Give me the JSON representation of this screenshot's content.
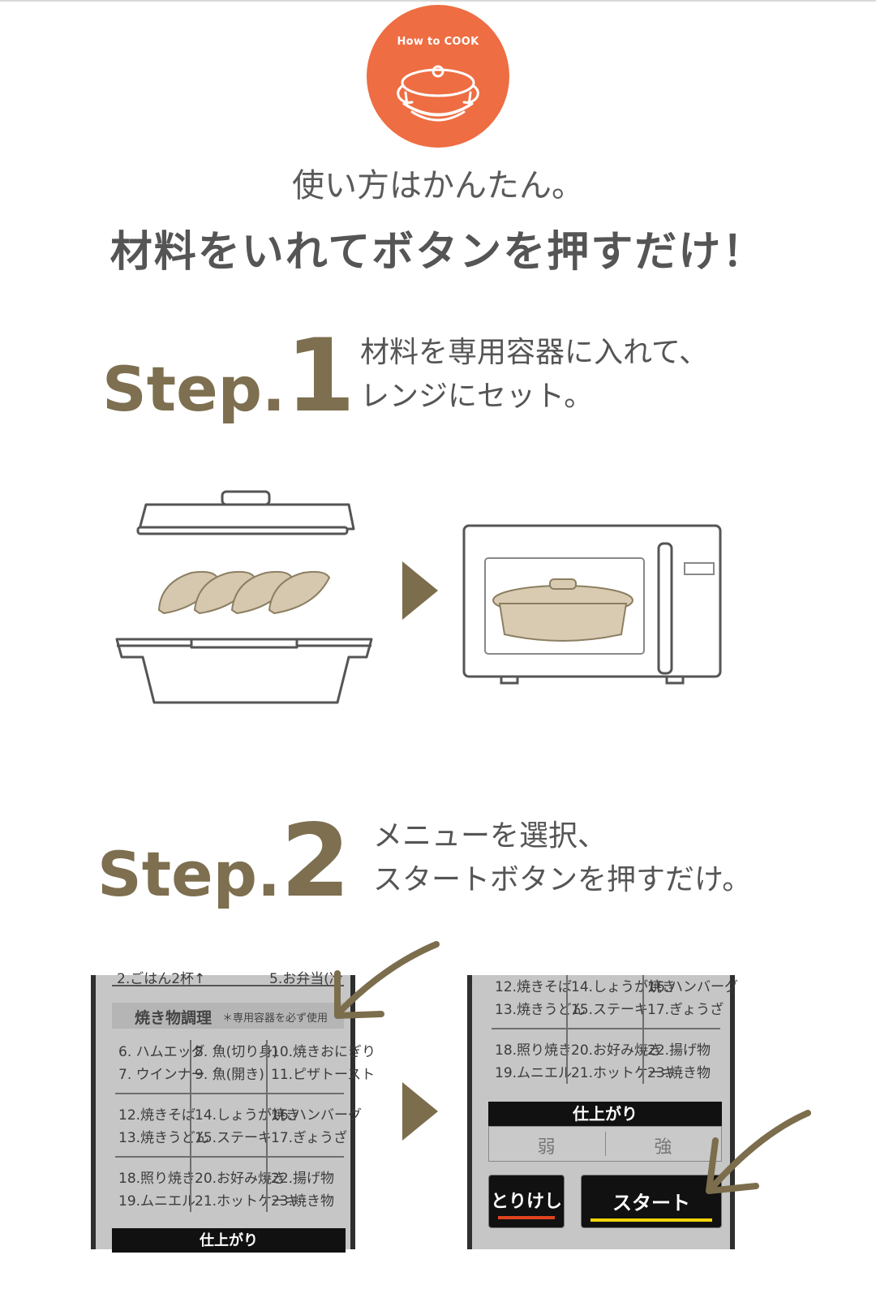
{
  "badge": {
    "text": "How to COOK",
    "icon": "pot-icon",
    "color": "#ee6d43"
  },
  "headline": {
    "line1": "使い方はかんたん。",
    "line2": "材料をいれてボタンを押すだけ！"
  },
  "steps": [
    {
      "word": "Step.",
      "number": "1",
      "desc_line1": "材料を専用容器に入れて、",
      "desc_line2": "レンジにセット。"
    },
    {
      "word": "Step.",
      "number": "2",
      "desc_line1": "メニューを選択、",
      "desc_line2": "スタートボタンを押すだけ。"
    }
  ],
  "accent_color": "#7d6f4f",
  "panel_left": {
    "partial_top_left": "2.ごはん2杯↑",
    "partial_top_right": "5.お弁当(冷",
    "section_title": "焼き物調理",
    "section_note": "＊専用容器を必ず使用",
    "grid": [
      [
        "6. ハムエッグ",
        "8. 魚(切り身)",
        "10.焼きおにぎり"
      ],
      [
        "7. ウインナー",
        "9. 魚(開き)",
        "11.ピザトースト"
      ],
      [
        "12.焼きそば",
        "14.しょうが焼き",
        "16.ハンバーグ"
      ],
      [
        "13.焼きうどん",
        "15.ステーキ",
        "17.ぎょうざ"
      ],
      [
        "18.照り焼き",
        "20.お好み焼き",
        "22.揚げ物"
      ],
      [
        "19.ムニエル",
        "21.ホットケーキ",
        "23.焼き物"
      ]
    ],
    "bottom_bar": "仕上がり"
  },
  "panel_right": {
    "grid": [
      [
        "12.焼きそば",
        "14.しょうが焼き",
        "16.ハンバーグ"
      ],
      [
        "13.焼きうどん",
        "15.ステーキ",
        "17.ぎょうざ"
      ],
      [
        "18.照り焼き",
        "20.お好み焼き",
        "22.揚げ物"
      ],
      [
        "19.ムニエル",
        "21.ホットケーキ",
        "23.焼き物"
      ]
    ],
    "finish_label": "仕上がり",
    "weak": "弱",
    "strong": "強",
    "cancel_button": "とりけし",
    "start_button": "スタート",
    "cancel_underline_color": "#e0431f",
    "start_underline_color": "#f2d40a"
  }
}
